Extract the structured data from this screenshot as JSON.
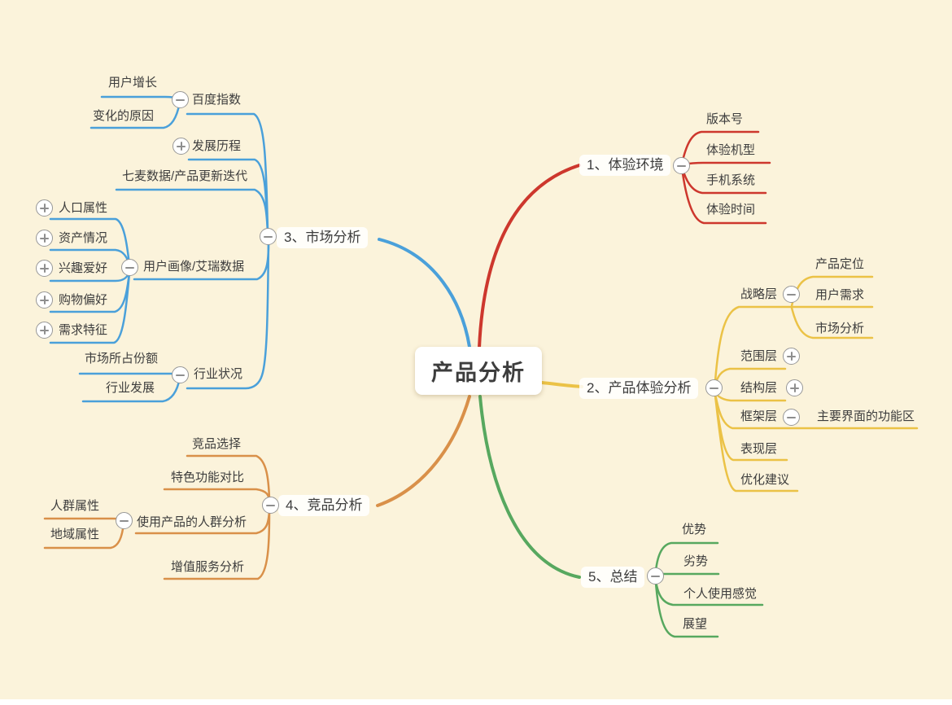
{
  "colors": {
    "background": "#FBF3DB",
    "node_fill": "#FFFFFF",
    "text": "#3D3D3D",
    "icon_gray": "#8E8E8E",
    "red": "#CD372D",
    "yellow": "#EBC246",
    "blue": "#4AA0DA",
    "orange": "#D99049",
    "green": "#57A85F"
  },
  "root": {
    "label": "产品分析"
  },
  "branches": [
    {
      "label": "1、体验环境",
      "color": "#CD372D",
      "toggle": "expanded",
      "children": [
        {
          "label": "版本号"
        },
        {
          "label": "体验机型"
        },
        {
          "label": "手机系统"
        },
        {
          "label": "体验时间"
        }
      ]
    },
    {
      "label": "2、产品体验分析",
      "color": "#EBC246",
      "toggle": "expanded",
      "children": [
        {
          "label": "战略层",
          "toggle": "expanded",
          "children": [
            {
              "label": "产品定位"
            },
            {
              "label": "用户需求"
            },
            {
              "label": "市场分析"
            }
          ]
        },
        {
          "label": "范围层",
          "toggle": "collapsed"
        },
        {
          "label": "结构层",
          "toggle": "collapsed"
        },
        {
          "label": "框架层",
          "toggle": "expanded",
          "children": [
            {
              "label": "主要界面的功能区"
            }
          ]
        },
        {
          "label": "表现层"
        },
        {
          "label": "优化建议"
        }
      ]
    },
    {
      "label": "3、市场分析",
      "color": "#4AA0DA",
      "toggle": "expanded",
      "children": [
        {
          "label": "百度指数",
          "toggle": "expanded",
          "children": [
            {
              "label": "用户增长"
            },
            {
              "label": "变化的原因"
            }
          ]
        },
        {
          "label": "发展历程",
          "toggle": "collapsed"
        },
        {
          "label": "七麦数据/产品更新迭代"
        },
        {
          "label": "用户画像/艾瑞数据",
          "toggle": "expanded",
          "children": [
            {
              "label": "人口属性",
              "toggle": "collapsed"
            },
            {
              "label": "资产情况",
              "toggle": "collapsed"
            },
            {
              "label": "兴趣爱好",
              "toggle": "collapsed"
            },
            {
              "label": "购物偏好",
              "toggle": "collapsed"
            },
            {
              "label": "需求特征",
              "toggle": "collapsed"
            }
          ]
        },
        {
          "label": "行业状况",
          "toggle": "expanded",
          "children": [
            {
              "label": "市场所占份额"
            },
            {
              "label": "行业发展"
            }
          ]
        }
      ]
    },
    {
      "label": "4、竞品分析",
      "color": "#D99049",
      "toggle": "expanded",
      "children": [
        {
          "label": "竞品选择"
        },
        {
          "label": "特色功能对比"
        },
        {
          "label": "使用产品的人群分析",
          "toggle": "expanded",
          "children": [
            {
              "label": "人群属性"
            },
            {
              "label": "地域属性"
            }
          ]
        },
        {
          "label": "增值服务分析"
        }
      ]
    },
    {
      "label": "5、总结",
      "color": "#57A85F",
      "toggle": "expanded",
      "children": [
        {
          "label": "优势"
        },
        {
          "label": "劣势"
        },
        {
          "label": "个人使用感觉"
        },
        {
          "label": "展望"
        }
      ]
    }
  ]
}
